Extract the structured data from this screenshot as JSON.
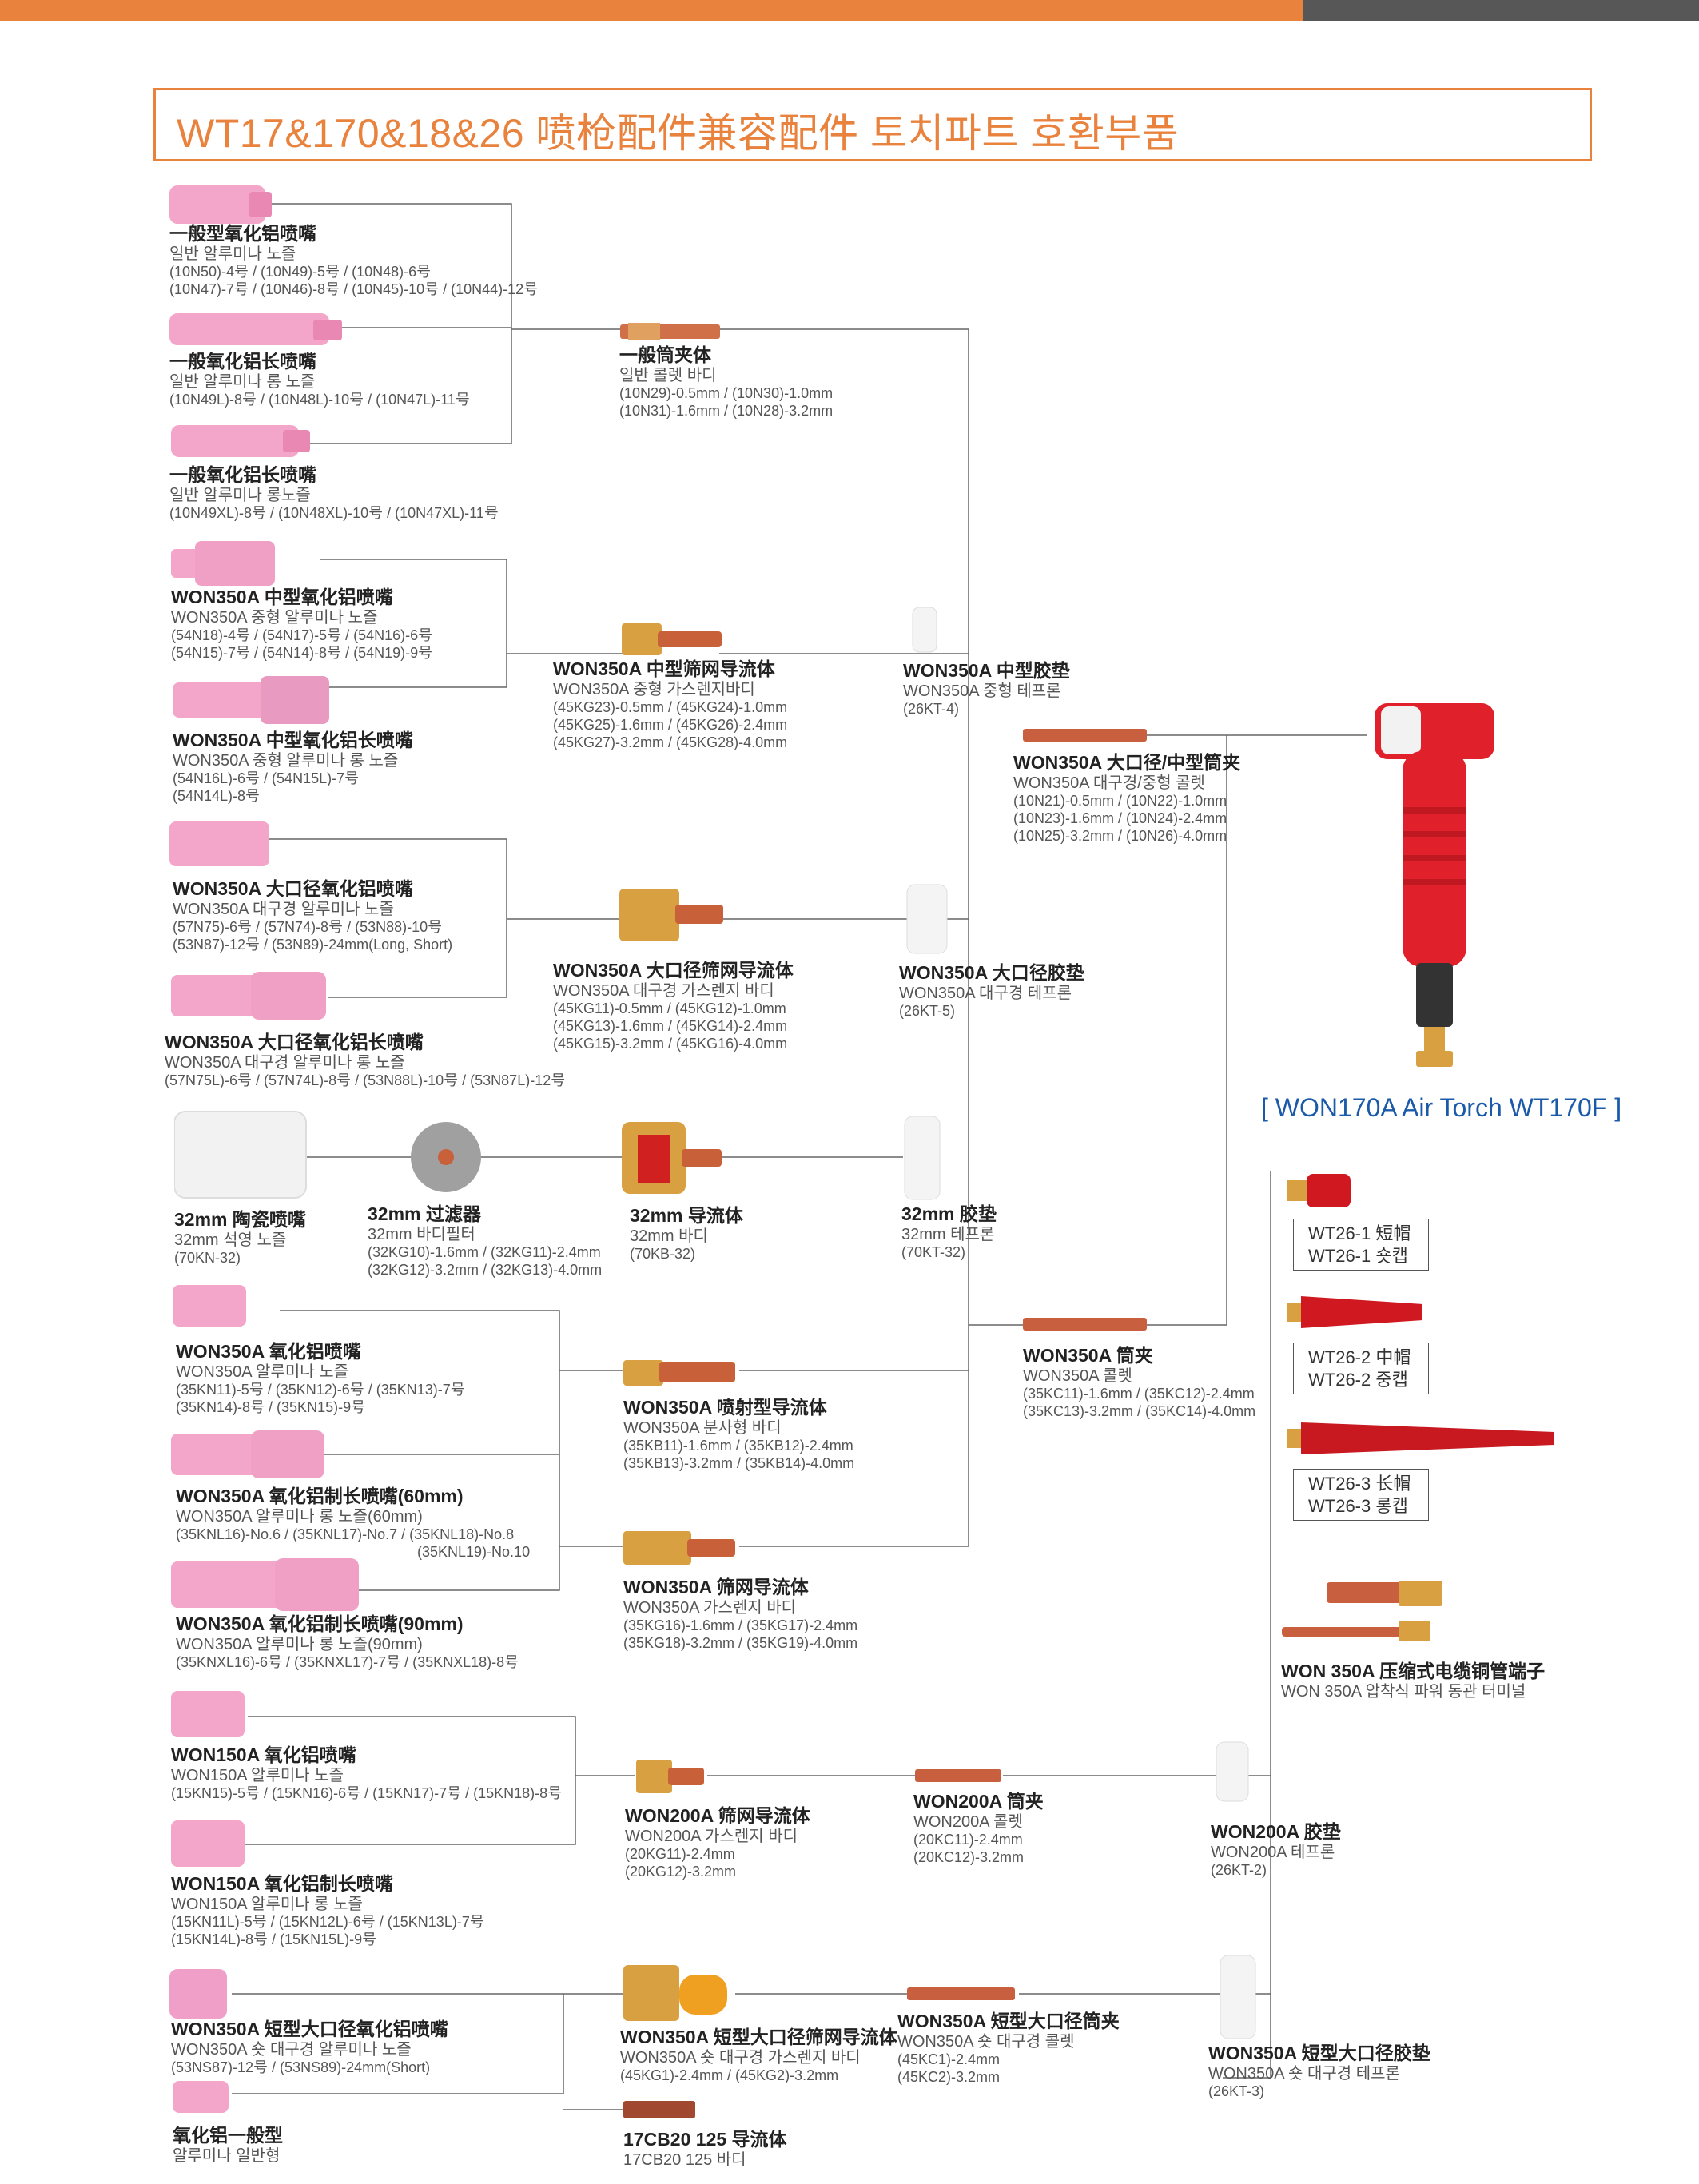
{
  "header": {
    "title": "WT17&170&18&26 喷枪配件兼容配件 토치파트 호환부품"
  },
  "torch_caption": "[ WON170A Air Torch WT170F ]",
  "nozzles": [
    {
      "title": "一般型氧化铝喷嘴",
      "sub": "일반 알루미나 노즐",
      "d1": "(10N50)-4号 / (10N49)-5号 / (10N48)-6号",
      "d2": "(10N47)-7号 / (10N46)-8号 / (10N45)-10号 / (10N44)-12号"
    },
    {
      "title": "一般氧化铝长喷嘴",
      "sub": "일반 알루미나 롱 노즐",
      "d1": "(10N49L)-8号 / (10N48L)-10号 / (10N47L)-11号"
    },
    {
      "title": "一般氧化铝长喷嘴",
      "sub": "일반 알루미나 롱노즐",
      "d1": "(10N49XL)-8号 / (10N48XL)-10号 / (10N47XL)-11号"
    },
    {
      "title": "WON350A 中型氧化铝喷嘴",
      "sub": "WON350A 중형 알루미나 노즐",
      "d1": "(54N18)-4号 / (54N17)-5号 / (54N16)-6号",
      "d2": "(54N15)-7号 / (54N14)-8号 / (54N19)-9号"
    },
    {
      "title": "WON350A 中型氧化铝长喷嘴",
      "sub": "WON350A 중형 알루미나 롱 노즐",
      "d1": "(54N16L)-6号 / (54N15L)-7号",
      "d2": "(54N14L)-8号"
    },
    {
      "title": "WON350A 大口径氧化铝喷嘴",
      "sub": "WON350A 대구경 알루미나 노즐",
      "d1": "(57N75)-6号 / (57N74)-8号 / (53N88)-10号",
      "d2": "(53N87)-12号 / (53N89)-24mm(Long, Short)"
    },
    {
      "title": "WON350A 大口径氧化铝长喷嘴",
      "sub": "WON350A 대구경 알루미나 롱 노즐",
      "d1": "(57N75L)-6号 / (57N74L)-8号 / (53N88L)-10号 / (53N87L)-12号"
    },
    {
      "title": "32mm 陶瓷喷嘴",
      "sub": "32mm 석영 노즐",
      "d1": "(70KN-32)"
    },
    {
      "title": "WON350A 氧化铝喷嘴",
      "sub": "WON350A 알루미나 노즐",
      "d1": "(35KN11)-5号 / (35KN12)-6号 / (35KN13)-7号",
      "d2": "(35KN14)-8号 / (35KN15)-9号"
    },
    {
      "title": "WON350A 氧化铝制长喷嘴(60mm)",
      "sub": "WON350A 알루미나 롱 노즐(60mm)",
      "d1": "(35KNL16)-No.6 / (35KNL17)-No.7 / (35KNL18)-No.8",
      "d2": "(35KNL19)-No.10"
    },
    {
      "title": "WON350A 氧化铝制长喷嘴(90mm)",
      "sub": "WON350A 알루미나 롱 노즐(90mm)",
      "d1": "(35KNXL16)-6号 / (35KNXL17)-7号 / (35KNXL18)-8号"
    },
    {
      "title": "WON150A 氧化铝喷嘴",
      "sub": "WON150A 알루미나 노즐",
      "d1": "(15KN15)-5号 / (15KN16)-6号 / (15KN17)-7号 / (15KN18)-8号"
    },
    {
      "title": "WON150A 氧化铝制长喷嘴",
      "sub": "WON150A 알루미나 롱 노즐",
      "d1": "(15KN11L)-5号 / (15KN12L)-6号 / (15KN13L)-7号",
      "d2": "(15KN14L)-8号 / (15KN15L)-9号"
    },
    {
      "title": "WON350A 短型大口径氧化铝喷嘴",
      "sub": "WON350A 숏 대구경 알루미나 노즐",
      "d1": "(53NS87)-12号 / (53NS89)-24mm(Short)"
    },
    {
      "title": "氧化铝一般型",
      "sub": "알루미나 일반형"
    }
  ],
  "bodies": [
    {
      "title": "一般筒夹体",
      "sub": "일반 콜렛 바디",
      "d1": "(10N29)-0.5mm / (10N30)-1.0mm",
      "d2": "(10N31)-1.6mm / (10N28)-3.2mm"
    },
    {
      "title": "WON350A 中型筛网导流体",
      "sub": "WON350A 중형 가스렌지바디",
      "d1": "(45KG23)-0.5mm / (45KG24)-1.0mm",
      "d2": "(45KG25)-1.6mm / (45KG26)-2.4mm",
      "d3": "(45KG27)-3.2mm / (45KG28)-4.0mm"
    },
    {
      "title": "WON350A 大口径筛网导流体",
      "sub": "WON350A 대구경 가스렌지 바디",
      "d1": "(45KG11)-0.5mm / (45KG12)-1.0mm",
      "d2": "(45KG13)-1.6mm / (45KG14)-2.4mm",
      "d3": "(45KG15)-3.2mm / (45KG16)-4.0mm"
    },
    {
      "title": "32mm 过滤器",
      "sub": "32mm 바디필터",
      "d1": "(32KG10)-1.6mm / (32KG11)-2.4mm",
      "d2": "(32KG12)-3.2mm / (32KG13)-4.0mm"
    },
    {
      "title": "32mm 导流体",
      "sub": "32mm 바디",
      "d1": "(70KB-32)"
    },
    {
      "title": "WON350A 喷射型导流体",
      "sub": "WON350A 분사형 바디",
      "d1": "(35KB11)-1.6mm / (35KB12)-2.4mm",
      "d2": "(35KB13)-3.2mm / (35KB14)-4.0mm"
    },
    {
      "title": "WON350A 筛网导流体",
      "sub": "WON350A 가스렌지 바디",
      "d1": "(35KG16)-1.6mm / (35KG17)-2.4mm",
      "d2": "(35KG18)-3.2mm / (35KG19)-4.0mm"
    },
    {
      "title": "WON200A 筛网导流体",
      "sub": "WON200A 가스렌지 바디",
      "d1": "(20KG11)-2.4mm",
      "d2": "(20KG12)-3.2mm"
    },
    {
      "title": "WON350A 短型大口径筛网导流体",
      "sub": "WON350A 숏 대구경 가스렌지 바디",
      "d1": "(45KG1)-2.4mm / (45KG2)-3.2mm"
    },
    {
      "title": "17CB20 125 导流体",
      "sub": "17CB20 125 바디"
    }
  ],
  "gaskets": [
    {
      "title": "WON350A 中型胶垫",
      "sub": "WON350A 중형 테프론",
      "d1": "(26KT-4)"
    },
    {
      "title": "WON350A 大口径胶垫",
      "sub": "WON350A 대구경 테프론",
      "d1": "(26KT-5)"
    },
    {
      "title": "32mm 胶垫",
      "sub": "32mm 테프론",
      "d1": "(70KT-32)"
    },
    {
      "title": "WON200A 胶垫",
      "sub": "WON200A 테프론",
      "d1": "(26KT-2)"
    },
    {
      "title": "WON350A 短型大口径胶垫",
      "sub": "WON350A 숏 대구경 테프론",
      "d1": "(26KT-3)"
    }
  ],
  "collets": [
    {
      "title": "WON350A 大口径/中型筒夹",
      "sub": "WON350A 대구경/중형 콜렛",
      "d1": "(10N21)-0.5mm / (10N22)-1.0mm",
      "d2": "(10N23)-1.6mm / (10N24)-2.4mm",
      "d3": "(10N25)-3.2mm / (10N26)-4.0mm"
    },
    {
      "title": "WON350A 筒夹",
      "sub": "WON350A 콜렛",
      "d1": "(35KC11)-1.6mm / (35KC12)-2.4mm",
      "d2": "(35KC13)-3.2mm / (35KC14)-4.0mm"
    },
    {
      "title": "WON200A 筒夹",
      "sub": "WON200A 콜렛",
      "d1": "(20KC11)-2.4mm",
      "d2": "(20KC12)-3.2mm"
    },
    {
      "title": "WON350A 短型大口径筒夹",
      "sub": "WON350A 숏 대구경 콜렛",
      "d1": "(45KC1)-2.4mm",
      "d2": "(45KC2)-3.2mm"
    }
  ],
  "caps": [
    {
      "l1": "WT26-1 短帽",
      "l2": "WT26-1 숏캡"
    },
    {
      "l1": "WT26-2 中帽",
      "l2": "WT26-2 중캡"
    },
    {
      "l1": "WT26-3 长帽",
      "l2": "WT26-3 롱캡"
    }
  ],
  "terminal": {
    "title": "WON 350A 压缩式电缆铜管端子",
    "sub": "WON 350A 압착식 파워 동관 터미널"
  },
  "colors": {
    "accent": "#e8823d",
    "dark_bar": "#575757",
    "torch_red": "#e0202a",
    "nozzle_pink": "#f0a0c8",
    "brass": "#d8a040",
    "copper": "#c8603a",
    "caption_blue": "#1a5aa8"
  }
}
